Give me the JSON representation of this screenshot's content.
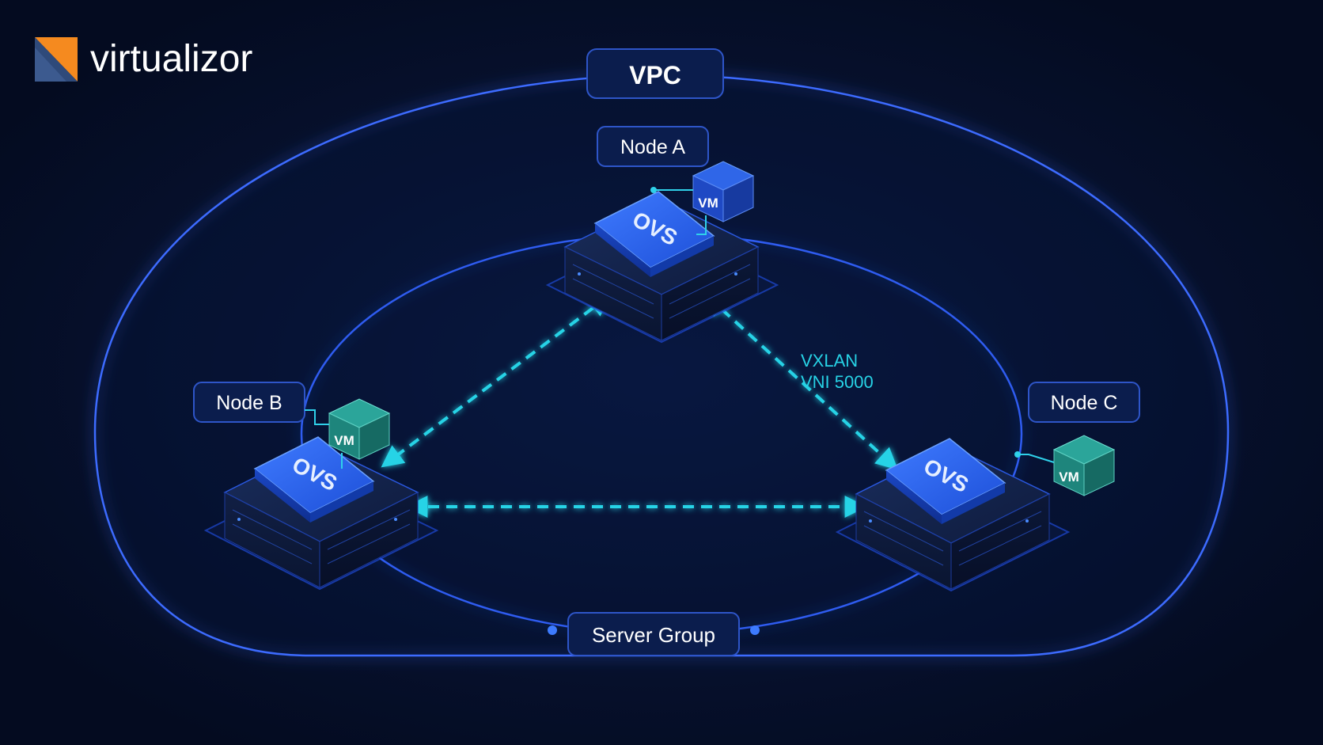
{
  "brand": {
    "name": "virtualizor",
    "colors": {
      "orange": "#f58a1f",
      "navy": "#2f4a7a",
      "text": "#ffffff"
    }
  },
  "diagram": {
    "vpc_label": "VPC",
    "server_group_label": "Server Group",
    "tunnel_label_line1": "VXLAN",
    "tunnel_label_line2": "VNI 5000",
    "nodes": [
      {
        "id": "a",
        "label": "Node A",
        "switch_label": "OVS",
        "vm_label": "VM",
        "vm_theme": "blue"
      },
      {
        "id": "b",
        "label": "Node B",
        "switch_label": "OVS",
        "vm_label": "VM",
        "vm_theme": "teal"
      },
      {
        "id": "c",
        "label": "Node C",
        "switch_label": "OVS",
        "vm_label": "VM",
        "vm_theme": "teal"
      }
    ],
    "colors": {
      "background": "#050d24",
      "vpc_outline": "#3d6bff",
      "tunnel": "#27d3e6",
      "label_box_fill": "#0b1d4d",
      "label_box_stroke": "#2e55c8",
      "ovs_top": "#2a63ea",
      "server_body": "#0d1a3a"
    }
  }
}
